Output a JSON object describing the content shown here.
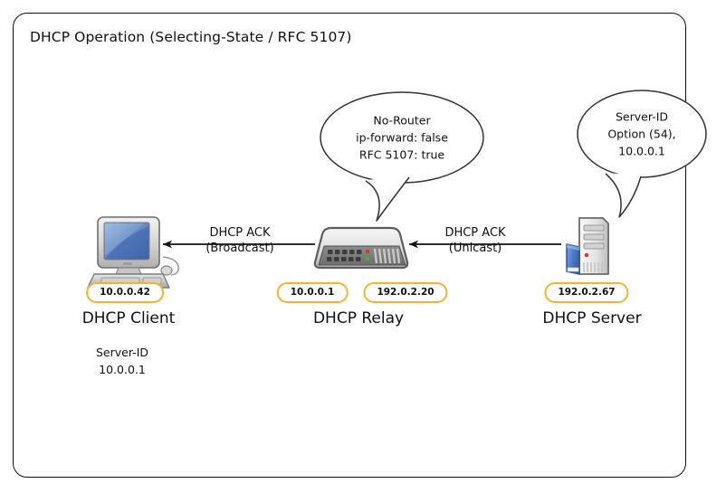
{
  "diagram": {
    "title": "DHCP Operation (Selecting-State / RFC 5107)",
    "accent_color": "#F5B335",
    "line_color": "#111111",
    "background": "#FFFFFF"
  },
  "nodes": [
    {
      "id": "client",
      "label": "DHCP Client",
      "icon": "desktop-computer-icon",
      "badges": [
        "10.0.0.42"
      ],
      "note_lines": [
        "Server-ID",
        "10.0.0.1"
      ]
    },
    {
      "id": "relay",
      "label": "DHCP Relay",
      "icon": "network-switch-icon",
      "badges": [
        "10.0.0.1",
        "192.0.2.20"
      ],
      "note_lines": []
    },
    {
      "id": "server",
      "label": "DHCP Server",
      "icon": "server-tower-icon",
      "badges": [
        "192.0.2.67"
      ],
      "note_lines": []
    }
  ],
  "arrows": [
    {
      "id": "server-to-relay",
      "line1": "DHCP ACK",
      "line2": "(Unicast)",
      "direction": "left"
    },
    {
      "id": "relay-to-client",
      "line1": "DHCP ACK",
      "line2": "(Broadcast)",
      "direction": "left"
    }
  ],
  "callouts": [
    {
      "id": "relay-callout",
      "lines": [
        "No-Router",
        "ip-forward: false",
        "RFC 5107: true"
      ]
    },
    {
      "id": "server-callout",
      "lines": [
        "Server-ID",
        "Option (54),",
        "10.0.0.1"
      ]
    }
  ]
}
